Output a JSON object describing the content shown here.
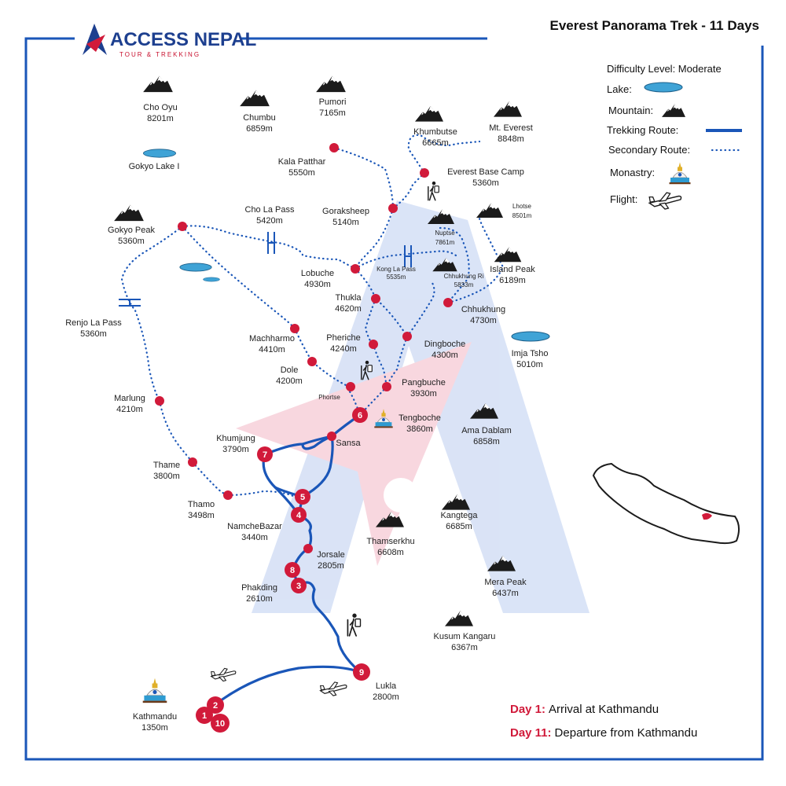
{
  "header": {
    "brand_main": "ACCESS NEPAL",
    "brand_sub": "TOUR & TREKKING",
    "title": "Everest Panorama Trek - 11 Days"
  },
  "legend": {
    "difficulty": "Difficulty Level: Moderate",
    "lake": "Lake:",
    "mountain": "Mountain:",
    "trekking_route": "Trekking Route:",
    "secondary_route": "Secondary Route:",
    "monastery": "Monastry:",
    "flight": "Flight:"
  },
  "colors": {
    "route": "#1a56b8",
    "stop": "#d11a3a",
    "border": "#1a56b8",
    "lake": "#3fa3d6",
    "watermark_blue": "#cfdcf5",
    "watermark_red": "#f7cdd7"
  },
  "places": {
    "cho_oyu": {
      "name": "Cho Oyu",
      "alt": "8201m"
    },
    "chumbu": {
      "name": "Chumbu",
      "alt": "6859m"
    },
    "pumori": {
      "name": "Pumori",
      "alt": "7165m"
    },
    "khumbutse": {
      "name": "Khumbutse",
      "alt": "6665m"
    },
    "mt_everest": {
      "name": "Mt. Everest",
      "alt": "8848m"
    },
    "gokyo_lake": {
      "name": "Gokyo Lake I"
    },
    "kala_patthar": {
      "name": "Kala Patthar",
      "alt": "5550m"
    },
    "ebc": {
      "name": "Everest Base Camp",
      "alt": "5360m"
    },
    "gorakshep": {
      "name": "Goraksheep",
      "alt": "5140m"
    },
    "cho_la": {
      "name": "Cho La Pass",
      "alt": "5420m"
    },
    "gokyo_peak": {
      "name": "Gokyo Peak",
      "alt": "5360m"
    },
    "nuptse": {
      "name": "Nuptse",
      "alt": "7861m"
    },
    "lhotse": {
      "name": "Lhotse",
      "alt": "8501m"
    },
    "kong_la": {
      "name": "Kong La Pass",
      "alt": "5535m"
    },
    "lobuche": {
      "name": "Lobuche",
      "alt": "4930m"
    },
    "chhukhung_ri": {
      "name": "Chhukhung Ri",
      "alt": "5833m"
    },
    "island_peak": {
      "name": "Island Peak",
      "alt": "6189m"
    },
    "renjo_la": {
      "name": "Renjo La Pass",
      "alt": "5360m"
    },
    "thukla": {
      "name": "Thukla",
      "alt": "4620m"
    },
    "chhukhung": {
      "name": "Chhukhung",
      "alt": "4730m"
    },
    "machharmo": {
      "name": "Machharmo",
      "alt": "4410m"
    },
    "pheriche": {
      "name": "Pheriche",
      "alt": "4240m"
    },
    "dingboche": {
      "name": "Dingboche",
      "alt": "4300m"
    },
    "imja": {
      "name": "Imja Tsho",
      "alt": "5010m"
    },
    "dole": {
      "name": "Dole",
      "alt": "4200m"
    },
    "phortse": {
      "name": "Phortse"
    },
    "pangbuche": {
      "name": "Pangbuche",
      "alt": "3930m"
    },
    "marlung": {
      "name": "Marlung",
      "alt": "4210m"
    },
    "tengboche": {
      "name": "Tengboche",
      "alt": "3860m"
    },
    "ama_dablam": {
      "name": "Ama Dablam",
      "alt": "6858m"
    },
    "khumjung": {
      "name": "Khumjung",
      "alt": "3790m"
    },
    "sansa": {
      "name": "Sansa"
    },
    "thame": {
      "name": "Thame",
      "alt": "3800m"
    },
    "thamo": {
      "name": "Thamo",
      "alt": "3498m"
    },
    "namche": {
      "name": "NamcheBazar",
      "alt": "3440m"
    },
    "kangtega": {
      "name": "Kangtega",
      "alt": "6685m"
    },
    "thamserkhu": {
      "name": "Thamserkhu",
      "alt": "6608m"
    },
    "jorsale": {
      "name": "Jorsale",
      "alt": "2805m"
    },
    "phakding": {
      "name": "Phakding",
      "alt": "2610m"
    },
    "mera_peak": {
      "name": "Mera Peak",
      "alt": "6437m"
    },
    "kusum": {
      "name": "Kusum Kangaru",
      "alt": "6367m"
    },
    "lukla": {
      "name": "Lukla",
      "alt": "2800m"
    },
    "kathmandu": {
      "name": "Kathmandu",
      "alt": "1350m"
    }
  },
  "days": [
    "1",
    "2",
    "3",
    "4",
    "5",
    "6",
    "7",
    "8",
    "9",
    "10"
  ],
  "notes": {
    "day1_key": "Day 1:",
    "day1_value": "Arrival at Kathmandu",
    "day11_key": "Day 11:",
    "day11_value": "Departure from Kathmandu"
  }
}
